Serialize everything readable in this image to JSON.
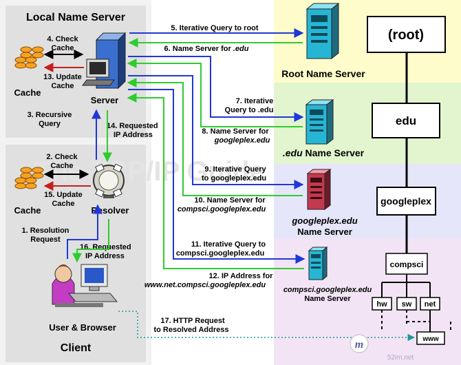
{
  "colors": {
    "blue_arrow": "#1f37d6",
    "green_arrow": "#2ecc2e",
    "red_arrow": "#c81e1e",
    "teal_dotted": "#1a9a9a",
    "band_yellow": "#fefccb",
    "band_green": "#e3f5cf",
    "band_lavender": "#e6e6fb",
    "panel_gray": "#e2e2e2"
  },
  "local_ns": {
    "title": "Local Name Server",
    "check_cache": [
      "4. Check",
      "Cache"
    ],
    "update_cache": [
      "13. Update",
      "Cache"
    ],
    "cache_label": "Cache",
    "server_label": "Server",
    "recursive_query": [
      "3. Recursive",
      "Query"
    ],
    "requested_ip": [
      "14. Requested",
      "IP Address"
    ]
  },
  "client": {
    "check_cache": [
      "2. Check",
      "Cache"
    ],
    "update_cache": [
      "15. Update",
      "Cache"
    ],
    "cache_label": "Cache",
    "resolver_label": "Resolver",
    "resolution_request": [
      "1. Resolution",
      "Request"
    ],
    "requested_ip": [
      "16. Requested",
      "IP Address"
    ],
    "user_browser": "User & Browser",
    "title": "Client"
  },
  "steps": {
    "s5": "5. Iterative Query to root",
    "s6_prefix": "6. Name Server for ",
    "s6_italic": ".edu",
    "s7": [
      "7. Iterative",
      "Query to .edu"
    ],
    "s8": [
      "8. Name Server for",
      "googleplex.edu"
    ],
    "s9": [
      "9. Iterative Query",
      "to googleplex.edu"
    ],
    "s10": [
      "10. Name Server for",
      "compsci.googleplex.edu"
    ],
    "s11": [
      "11. Iterative Query to",
      "compsci.googleplex.edu"
    ],
    "s12": [
      "12. IP Address for",
      "www.net.compsci.googleplex.edu"
    ],
    "s17": [
      "17. HTTP Request",
      "to Resolved Address"
    ]
  },
  "servers": {
    "root": "Root Name Server",
    "edu_italic": ".edu",
    "edu_rest": " Name Server",
    "googleplex": [
      "googleplex.edu",
      "Name Server"
    ],
    "compsci": [
      "compsci.googleplex.edu",
      "Name Server"
    ]
  },
  "tree": {
    "root": "(root)",
    "edu": "edu",
    "googleplex": "googleplex",
    "compsci": "compsci",
    "hw": "hw",
    "sw": "sw",
    "net": "net",
    "www": "www"
  },
  "watermark": "The TCP/IP Guide",
  "corner_logo": "52im.net"
}
